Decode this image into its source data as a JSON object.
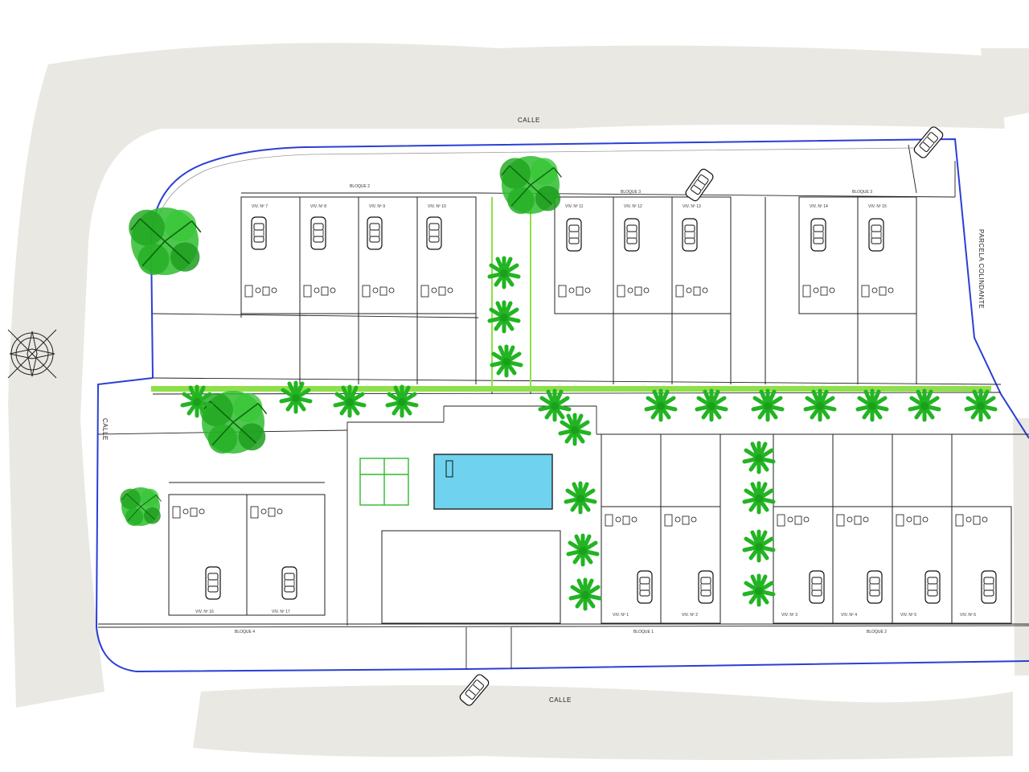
{
  "plan": {
    "streets": {
      "north": "CALLE",
      "south": "CALLE",
      "west": "CALLE",
      "east": "PARCELA COLINDANTE"
    },
    "blocks": {
      "north_left": "BLOQUE 2",
      "north_middle": "BLOQUE 3",
      "north_right": "BLOQUE 3",
      "south_left": "BLOQUE 4",
      "south_middle": "BLOQUE 1",
      "south_right": "BLOQUE 2"
    },
    "units_north": [
      "VIV. Nº 7",
      "VIV. Nº 8",
      "VIV. Nº 9",
      "VIV. Nº 10",
      "VIV. Nº 11",
      "VIV. Nº 12",
      "VIV. Nº 13",
      "VIV. Nº 14",
      "VIV. Nº 15"
    ],
    "units_south": [
      "VIV. Nº 16",
      "VIV. Nº 17",
      "VIV. Nº 1",
      "VIV. Nº 2",
      "VIV. Nº 3",
      "VIV. Nº 4",
      "VIV. Nº 5",
      "VIV. Nº 6"
    ],
    "colors": {
      "boundary": "#2a3fd6",
      "vegetation": "#1fb51f",
      "pool": "#6fd3ef",
      "hedge": "#8ee04a",
      "background_smudge": "#e9e8e2"
    }
  }
}
